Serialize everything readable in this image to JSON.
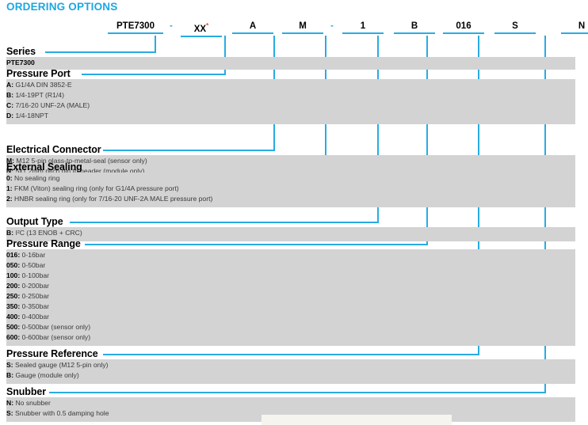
{
  "page": {
    "title": "ORDERING OPTIONS",
    "accent_color": "#29abe2",
    "band_color": "#d3d3d3",
    "asterisk_color": "#e8402a"
  },
  "part_number": {
    "segments": [
      {
        "code": "PTE7300",
        "note": ""
      },
      {
        "code": "XX",
        "note": "*"
      },
      {
        "code": "A",
        "note": ""
      },
      {
        "code": "M",
        "note": ""
      },
      {
        "code": "1",
        "note": ""
      },
      {
        "code": "B",
        "note": ""
      },
      {
        "code": "016",
        "note": ""
      },
      {
        "code": "S",
        "note": ""
      },
      {
        "code": "N",
        "note": ""
      }
    ],
    "separators": [
      "-",
      "-"
    ]
  },
  "sections": [
    {
      "title": "Series",
      "options": [
        {
          "code": "PTE7300",
          "desc": ""
        }
      ]
    },
    {
      "title": "Pressure Port",
      "options": [
        {
          "code": "A:",
          "desc": "G1/4A DIN 3852-E"
        },
        {
          "code": "B:",
          "desc": "1/4-19PT (R1/4)"
        },
        {
          "code": "C:",
          "desc": "7/16-20 UNF-2A (MALE)"
        },
        {
          "code": "D:",
          "desc": "1/4-18NPT"
        }
      ]
    },
    {
      "title": "Electrical Connector",
      "options": [
        {
          "code": "M:",
          "desc": "M12 5-pin glass-to-metal-seal (sensor only)"
        },
        {
          "code": "N:",
          "desc": "5x1 2mm pitch pin to header (module only)"
        }
      ]
    },
    {
      "title": "External Sealing",
      "options": [
        {
          "code": "0:",
          "desc": "No sealing ring"
        },
        {
          "code": "1:",
          "desc": "FKM (Viton) sealing ring (only for G1/4A pressure port)"
        },
        {
          "code": "2:",
          "desc": "HNBR sealing ring (only for 7/16-20 UNF-2A MALE pressure port)"
        }
      ]
    },
    {
      "title": "Output Type",
      "options": [
        {
          "code": "B:",
          "desc": "I²C (13 ENOB + CRC)"
        }
      ]
    },
    {
      "title": "Pressure Range",
      "options": [
        {
          "code": "016:",
          "desc": "0-16bar"
        },
        {
          "code": "050:",
          "desc": "0-50bar"
        },
        {
          "code": "100:",
          "desc": "0-100bar"
        },
        {
          "code": "200:",
          "desc": "0-200bar"
        },
        {
          "code": "250:",
          "desc": "0-250bar"
        },
        {
          "code": "350:",
          "desc": "0-350bar"
        },
        {
          "code": "400:",
          "desc": "0-400bar"
        },
        {
          "code": "500:",
          "desc": "0-500bar (sensor only)"
        },
        {
          "code": "600:",
          "desc": "0-600bar (sensor only)"
        }
      ]
    },
    {
      "title": "Pressure Reference",
      "options": [
        {
          "code": "S:",
          "desc": "Sealed gauge (M12 5-pin only)"
        },
        {
          "code": "B:",
          "desc": "Gauge (module only)"
        }
      ]
    },
    {
      "title": "Snubber",
      "options": [
        {
          "code": "N:",
          "desc": "No snubber"
        },
        {
          "code": "S:",
          "desc": "Snubber with 0.5 damping hole"
        }
      ]
    }
  ]
}
